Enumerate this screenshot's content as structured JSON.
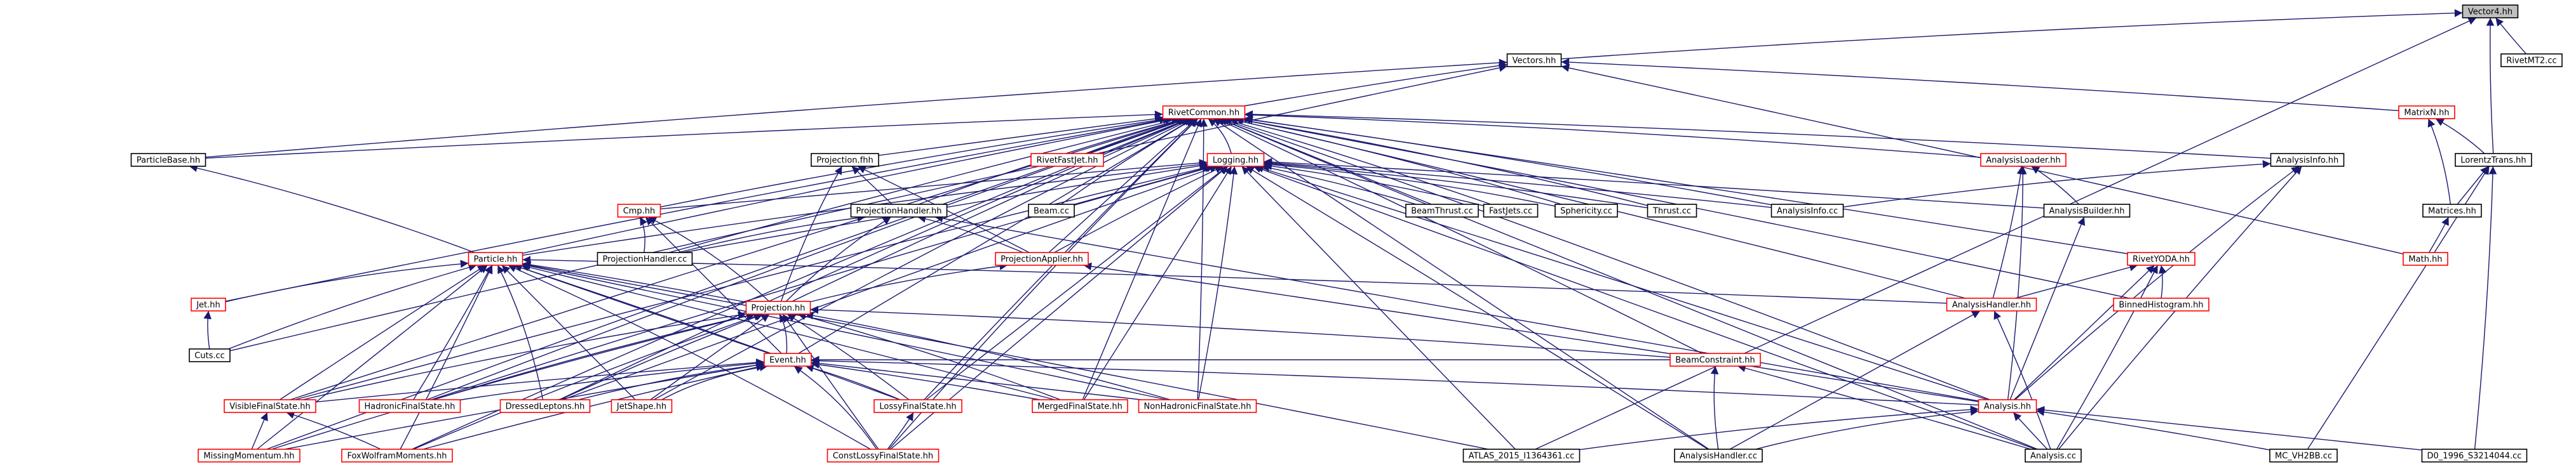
{
  "colors": {
    "edge": "#191970",
    "node_border_black": "#000000",
    "node_border_red": "#ff0000",
    "highlight_fill": "#bfbfbf",
    "node_fill": "#ffffff",
    "text": "#000000"
  },
  "nodes": [
    {
      "id": "vector4",
      "label": "Vector4.hh",
      "border": "black",
      "highlight": true
    },
    {
      "id": "vectors",
      "label": "Vectors.hh",
      "border": "black"
    },
    {
      "id": "rivetmt2",
      "label": "RivetMT2.cc",
      "border": "black"
    },
    {
      "id": "rivetcommon",
      "label": "RivetCommon.hh",
      "border": "red"
    },
    {
      "id": "matrixn",
      "label": "MatrixN.hh",
      "border": "red"
    },
    {
      "id": "particlebase",
      "label": "ParticleBase.hh",
      "border": "black"
    },
    {
      "id": "projectionfh",
      "label": "Projection.fhh",
      "border": "black"
    },
    {
      "id": "rivetfastjet",
      "label": "RivetFastJet.hh",
      "border": "red"
    },
    {
      "id": "logging",
      "label": "Logging.hh",
      "border": "red"
    },
    {
      "id": "analysisloader",
      "label": "AnalysisLoader.hh",
      "border": "red"
    },
    {
      "id": "analysisinfohh",
      "label": "AnalysisInfo.hh",
      "border": "black"
    },
    {
      "id": "lorentztrans",
      "label": "LorentzTrans.hh",
      "border": "black"
    },
    {
      "id": "projectionhandlerhh",
      "label": "ProjectionHandler.hh",
      "border": "black"
    },
    {
      "id": "beamcc",
      "label": "Beam.cc",
      "border": "black"
    },
    {
      "id": "beamthrust",
      "label": "BeamThrust.cc",
      "border": "black"
    },
    {
      "id": "fastjets",
      "label": "FastJets.cc",
      "border": "black"
    },
    {
      "id": "sphericity",
      "label": "Sphericity.cc",
      "border": "black"
    },
    {
      "id": "thrust",
      "label": "Thrust.cc",
      "border": "black"
    },
    {
      "id": "analysisinfocc",
      "label": "AnalysisInfo.cc",
      "border": "black"
    },
    {
      "id": "analysisbuilder",
      "label": "AnalysisBuilder.hh",
      "border": "black"
    },
    {
      "id": "matrices",
      "label": "Matrices.hh",
      "border": "black"
    },
    {
      "id": "cmp",
      "label": "Cmp.hh",
      "border": "red"
    },
    {
      "id": "projectionhandlercc",
      "label": "ProjectionHandler.cc",
      "border": "black"
    },
    {
      "id": "projectionapplier",
      "label": "ProjectionApplier.hh",
      "border": "red"
    },
    {
      "id": "rivetyoda",
      "label": "RivetYODA.hh",
      "border": "red"
    },
    {
      "id": "particle",
      "label": "Particle.hh",
      "border": "red"
    },
    {
      "id": "jet",
      "label": "Jet.hh",
      "border": "red"
    },
    {
      "id": "mathhh",
      "label": "Math.hh",
      "border": "red"
    },
    {
      "id": "binnedhisto",
      "label": "BinnedHistogram.hh",
      "border": "red"
    },
    {
      "id": "analysishandlerhh",
      "label": "AnalysisHandler.hh",
      "border": "red"
    },
    {
      "id": "projectionhh",
      "label": "Projection.hh",
      "border": "red"
    },
    {
      "id": "cuts",
      "label": "Cuts.cc",
      "border": "black"
    },
    {
      "id": "event",
      "label": "Event.hh",
      "border": "red"
    },
    {
      "id": "beamconstraint",
      "label": "BeamConstraint.hh",
      "border": "red"
    },
    {
      "id": "visiblefs",
      "label": "VisibleFinalState.hh",
      "border": "red"
    },
    {
      "id": "hadronicfs",
      "label": "HadronicFinalState.hh",
      "border": "red"
    },
    {
      "id": "dressedleptons",
      "label": "DressedLeptons.hh",
      "border": "red"
    },
    {
      "id": "jetshape",
      "label": "JetShape.hh",
      "border": "red"
    },
    {
      "id": "lossyfs",
      "label": "LossyFinalState.hh",
      "border": "red"
    },
    {
      "id": "mergedfs",
      "label": "MergedFinalState.hh",
      "border": "red"
    },
    {
      "id": "nonhadronicfs",
      "label": "NonHadronicFinalState.hh",
      "border": "red"
    },
    {
      "id": "analysishh",
      "label": "Analysis.hh",
      "border": "red"
    },
    {
      "id": "missingmomentum",
      "label": "MissingMomentum.hh",
      "border": "red"
    },
    {
      "id": "foxwolfram",
      "label": "FoxWolframMoments.hh",
      "border": "red"
    },
    {
      "id": "constlossyfs",
      "label": "ConstLossyFinalState.hh",
      "border": "red"
    },
    {
      "id": "atlas",
      "label": "ATLAS_2015_I1364361.cc",
      "border": "black"
    },
    {
      "id": "analysishandlercc",
      "label": "AnalysisHandler.cc",
      "border": "black"
    },
    {
      "id": "analysiscc",
      "label": "Analysis.cc",
      "border": "black"
    },
    {
      "id": "mcvh2bb",
      "label": "MC_VH2BB.cc",
      "border": "black"
    },
    {
      "id": "d0",
      "label": "D0_1996_S3214044.cc",
      "border": "black"
    }
  ],
  "edges": [
    [
      "vectors",
      "vector4"
    ],
    [
      "rivetmt2",
      "vector4"
    ],
    [
      "lorentztrans",
      "vector4"
    ],
    [
      "atlas",
      "vector4"
    ],
    [
      "rivetcommon",
      "vectors"
    ],
    [
      "matrixn",
      "vectors"
    ],
    [
      "particlebase",
      "vectors"
    ],
    [
      "cuts",
      "vectors"
    ],
    [
      "mathhh",
      "vectors"
    ],
    [
      "particlebase",
      "rivetcommon"
    ],
    [
      "projectionfh",
      "rivetcommon"
    ],
    [
      "rivetfastjet",
      "rivetcommon"
    ],
    [
      "logging",
      "rivetcommon"
    ],
    [
      "analysisloader",
      "rivetcommon"
    ],
    [
      "analysisinfohh",
      "rivetcommon"
    ],
    [
      "projectionhandlerhh",
      "rivetcommon"
    ],
    [
      "beamcc",
      "rivetcommon"
    ],
    [
      "beamthrust",
      "rivetcommon"
    ],
    [
      "fastjets",
      "rivetcommon"
    ],
    [
      "sphericity",
      "rivetcommon"
    ],
    [
      "thrust",
      "rivetcommon"
    ],
    [
      "analysisinfocc",
      "rivetcommon"
    ],
    [
      "cmp",
      "rivetcommon"
    ],
    [
      "projectionhandlercc",
      "rivetcommon"
    ],
    [
      "projectionapplier",
      "rivetcommon"
    ],
    [
      "rivetyoda",
      "rivetcommon"
    ],
    [
      "particle",
      "rivetcommon"
    ],
    [
      "jet",
      "rivetcommon"
    ],
    [
      "binnedhisto",
      "rivetcommon"
    ],
    [
      "analysishandlerhh",
      "rivetcommon"
    ],
    [
      "projectionhh",
      "rivetcommon"
    ],
    [
      "event",
      "rivetcommon"
    ],
    [
      "beamconstraint",
      "rivetcommon"
    ],
    [
      "visiblefs",
      "rivetcommon"
    ],
    [
      "hadronicfs",
      "rivetcommon"
    ],
    [
      "dressedleptons",
      "rivetcommon"
    ],
    [
      "jetshape",
      "rivetcommon"
    ],
    [
      "lossyfs",
      "rivetcommon"
    ],
    [
      "mergedfs",
      "rivetcommon"
    ],
    [
      "nonhadronicfs",
      "rivetcommon"
    ],
    [
      "analysishh",
      "rivetcommon"
    ],
    [
      "missingmomentum",
      "rivetcommon"
    ],
    [
      "foxwolfram",
      "rivetcommon"
    ],
    [
      "constlossyfs",
      "rivetcommon"
    ],
    [
      "analysishandlercc",
      "rivetcommon"
    ],
    [
      "analysiscc",
      "rivetcommon"
    ],
    [
      "lorentztrans",
      "matrixn"
    ],
    [
      "matrices",
      "matrixn"
    ],
    [
      "particle",
      "particlebase"
    ],
    [
      "projectionhandlerhh",
      "projectionfh"
    ],
    [
      "projectionhh",
      "projectionfh"
    ],
    [
      "projectionapplier",
      "projectionfh"
    ],
    [
      "beamcc",
      "logging"
    ],
    [
      "beamthrust",
      "logging"
    ],
    [
      "fastjets",
      "logging"
    ],
    [
      "sphericity",
      "logging"
    ],
    [
      "thrust",
      "logging"
    ],
    [
      "analysisinfocc",
      "logging"
    ],
    [
      "analysisbuilder",
      "logging"
    ],
    [
      "cmp",
      "logging"
    ],
    [
      "projectionhandlercc",
      "logging"
    ],
    [
      "projectionapplier",
      "logging"
    ],
    [
      "particle",
      "logging"
    ],
    [
      "hadronicfs",
      "logging"
    ],
    [
      "visiblefs",
      "logging"
    ],
    [
      "dressedleptons",
      "logging"
    ],
    [
      "lossyfs",
      "logging"
    ],
    [
      "mergedfs",
      "logging"
    ],
    [
      "nonhadronicfs",
      "logging"
    ],
    [
      "constlossyfs",
      "logging"
    ],
    [
      "atlas",
      "logging"
    ],
    [
      "analysishandlercc",
      "logging"
    ],
    [
      "analysishh",
      "logging"
    ],
    [
      "analysiscc",
      "logging"
    ],
    [
      "analysisbuilder",
      "analysisloader"
    ],
    [
      "analysishandlerhh",
      "analysisloader"
    ],
    [
      "analysishh",
      "analysisloader"
    ],
    [
      "analysisinfocc",
      "analysisinfohh"
    ],
    [
      "analysishh",
      "analysisinfohh"
    ],
    [
      "analysiscc",
      "analysisinfohh"
    ],
    [
      "matrices",
      "lorentztrans"
    ],
    [
      "mcvh2bb",
      "lorentztrans"
    ],
    [
      "d0",
      "lorentztrans"
    ],
    [
      "projectionhandlercc",
      "projectionhandlerhh"
    ],
    [
      "projectionapplier",
      "projectionhandlerhh"
    ],
    [
      "projectionhh",
      "projectionhandlerhh"
    ],
    [
      "analysishh",
      "projectionhandlerhh"
    ],
    [
      "analysishh",
      "analysisbuilder"
    ],
    [
      "mathhh",
      "matrices"
    ],
    [
      "projectionhandlercc",
      "cmp"
    ],
    [
      "projectionhh",
      "cmp"
    ],
    [
      "event",
      "cmp"
    ],
    [
      "projectionhh",
      "projectionapplier"
    ],
    [
      "analysishh",
      "projectionapplier"
    ],
    [
      "analysishandlerhh",
      "rivetyoda"
    ],
    [
      "binnedhisto",
      "rivetyoda"
    ],
    [
      "analysishh",
      "rivetyoda"
    ],
    [
      "analysiscc",
      "rivetyoda"
    ],
    [
      "jet",
      "particle"
    ],
    [
      "cuts",
      "particle"
    ],
    [
      "projectionhh",
      "particle"
    ],
    [
      "event",
      "particle"
    ],
    [
      "visiblefs",
      "particle"
    ],
    [
      "hadronicfs",
      "particle"
    ],
    [
      "dressedleptons",
      "particle"
    ],
    [
      "jetshape",
      "particle"
    ],
    [
      "lossyfs",
      "particle"
    ],
    [
      "mergedfs",
      "particle"
    ],
    [
      "nonhadronicfs",
      "particle"
    ],
    [
      "missingmomentum",
      "particle"
    ],
    [
      "foxwolfram",
      "particle"
    ],
    [
      "constlossyfs",
      "particle"
    ],
    [
      "analysishandlerhh",
      "particle"
    ],
    [
      "atlas",
      "particle"
    ],
    [
      "cuts",
      "jet"
    ],
    [
      "analysishandlercc",
      "analysishandlerhh"
    ],
    [
      "analysiscc",
      "analysishandlerhh"
    ],
    [
      "event",
      "projectionhh"
    ],
    [
      "beamconstraint",
      "projectionhh"
    ],
    [
      "visiblefs",
      "projectionhh"
    ],
    [
      "hadronicfs",
      "projectionhh"
    ],
    [
      "dressedleptons",
      "projectionhh"
    ],
    [
      "jetshape",
      "projectionhh"
    ],
    [
      "lossyfs",
      "projectionhh"
    ],
    [
      "mergedfs",
      "projectionhh"
    ],
    [
      "nonhadronicfs",
      "projectionhh"
    ],
    [
      "missingmomentum",
      "projectionhh"
    ],
    [
      "foxwolfram",
      "projectionhh"
    ],
    [
      "constlossyfs",
      "projectionhh"
    ],
    [
      "beamconstraint",
      "event"
    ],
    [
      "visiblefs",
      "event"
    ],
    [
      "hadronicfs",
      "event"
    ],
    [
      "dressedleptons",
      "event"
    ],
    [
      "jetshape",
      "event"
    ],
    [
      "lossyfs",
      "event"
    ],
    [
      "mergedfs",
      "event"
    ],
    [
      "nonhadronicfs",
      "event"
    ],
    [
      "missingmomentum",
      "event"
    ],
    [
      "foxwolfram",
      "event"
    ],
    [
      "constlossyfs",
      "event"
    ],
    [
      "analysishh",
      "event"
    ],
    [
      "analysishandlercc",
      "beamconstraint"
    ],
    [
      "analysiscc",
      "beamconstraint"
    ],
    [
      "missingmomentum",
      "visiblefs"
    ],
    [
      "foxwolfram",
      "visiblefs"
    ],
    [
      "constlossyfs",
      "lossyfs"
    ],
    [
      "atlas",
      "analysishh"
    ],
    [
      "analysishandlercc",
      "analysishh"
    ],
    [
      "analysiscc",
      "analysishh"
    ],
    [
      "mcvh2bb",
      "analysishh"
    ],
    [
      "d0",
      "analysishh"
    ]
  ]
}
